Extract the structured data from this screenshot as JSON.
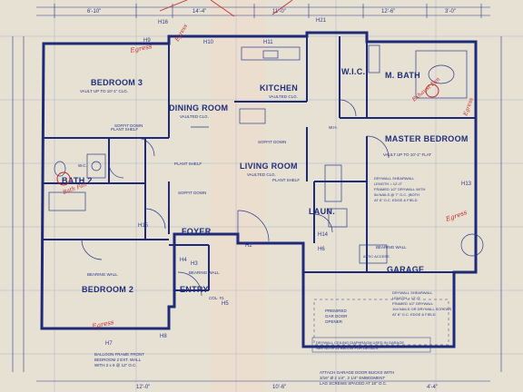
{
  "rooms": {
    "bedroom3": {
      "name": "BEDROOM 3",
      "note": "VAULT UP TO 10'-1\" CLG."
    },
    "bedroom2": {
      "name": "BEDROOM 2"
    },
    "bath2": {
      "name": "BATH 2"
    },
    "dining": {
      "name": "DINING ROOM",
      "note": "VAULTED CLG."
    },
    "kitchen": {
      "name": "KITCHEN",
      "note": "VAULTED CLG."
    },
    "living": {
      "name": "LIVING ROOM",
      "note": "VAULTED CLG."
    },
    "foyer": {
      "name": "FOYER"
    },
    "entry": {
      "name": "ENTRY"
    },
    "wic": {
      "name": "W.I.C."
    },
    "mbath": {
      "name": "M. BATH"
    },
    "master": {
      "name": "MASTER BEDROOM",
      "note": "VAULT UP TO 10'-1\" FLAT"
    },
    "laun": {
      "name": "LAUN."
    },
    "garage": {
      "name": "GARAGE"
    }
  },
  "notes": {
    "plant_shelf": "PLANT SHELF",
    "soffit_down": "SOFFIT DOWN",
    "bearing_wall": "BEARING WALL",
    "attic_access": "ATTIC ACCESS",
    "premired": "PREMIRED",
    "gar_door": "GAR DOOR",
    "opener": "OPENER",
    "col": "COL. #1",
    "wh": "W.H.",
    "wc": "W.C.",
    "drywall_master": [
      "DRYWALL SHEARWALL",
      "LENGTH = 12'-0\"",
      "FRAMED 1/2\" DRYWALL WITH",
      "5d NAILS @ 7\" O.C. (BOTH",
      "AT 8\" O.C. EDGE & FIELD"
    ],
    "drywall_garage": [
      "DRYWALL SHEARWALL",
      "LENGTH = 12'-0\"",
      "FRAMED 1/2\" DRYWALL",
      "10d NAILS OR DRYWALL SCREWS",
      "AT 8\" O.C. EDGE & FIELD"
    ],
    "ceiling": [
      "DRYWALL CEILING DIAPHRAGM USED IN GARAGE",
      "SEE NOTE #1 BELOW FOR DETAILS"
    ],
    "attach": [
      "ATTACH GARAGE DOOR BUCKS WITH",
      "3/16\" Ø 2 1/4\", 2 1/4\" EMBEDMENT",
      "LAG SCREWS SPACED AT 18\" O.C."
    ],
    "balloon": [
      "BALLOON FRAME FRONT",
      "BEDROOM 2 EXT. WALL",
      "WITH 2 x 6 @ 12\" O.C."
    ]
  },
  "headers": [
    "H16",
    "H21",
    "H10",
    "H11",
    "H9",
    "H15",
    "H2",
    "H3",
    "H4",
    "H5",
    "H6",
    "H7",
    "H8",
    "H13",
    "H14"
  ],
  "dimensions": [
    "6'-10\"",
    "14'-4\"",
    "11'-0\"",
    "12'-6\"",
    "3'-0\"",
    "12'-0\"",
    "10'-6\"",
    "4'-4\""
  ],
  "handwritten": {
    "egress1": "Egress",
    "egress2": "Egress",
    "egress3": "Egress",
    "egress4": "Egress",
    "egress5": "Egress",
    "bath_note": "Bath Fan",
    "mbath_note": "Exhaust Fan"
  },
  "colors": {
    "paper": "#e9e4d6",
    "ink": "#1e2a78",
    "red": "#c2262b"
  }
}
